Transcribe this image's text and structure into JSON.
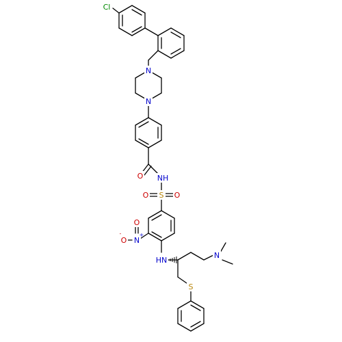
{
  "colors": {
    "background": "#ffffff",
    "bond": "#000000",
    "carbon": "#000000",
    "nitrogen": "#0000cc",
    "oxygen": "#cc0000",
    "sulfur": "#b8860b",
    "chlorine": "#008800"
  },
  "atoms": {
    "chlorine": "Cl",
    "piperazine_n_top": "N",
    "piperazine_n_bottom": "N",
    "amide_oxygen": "O",
    "amide_nh": "NH",
    "sulfonyl_s": "S",
    "sulfonyl_o_left": "O",
    "sulfonyl_o_right": "O",
    "nitro_n": "N",
    "nitro_charge_n": "+",
    "nitro_o": "O",
    "nitro_charge_o": "-",
    "amine_nh": "HN",
    "dimethylamino_n": "N",
    "thioether_s": "S"
  }
}
